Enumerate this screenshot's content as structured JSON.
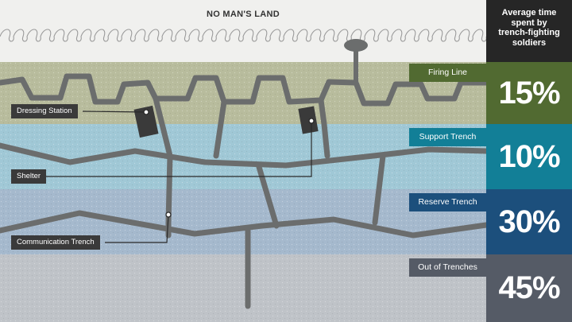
{
  "title": "NO MAN'S LAND",
  "panel": {
    "heading": "Average time spent by trench-fighting soldiers"
  },
  "zones": [
    {
      "label": "Firing Line",
      "value": "15%",
      "color": "#516a31"
    },
    {
      "label": "Support Trench",
      "value": "10%",
      "color": "#127f97"
    },
    {
      "label": "Reserve Trench",
      "value": "30%",
      "color": "#1c4f7c"
    },
    {
      "label": "Out of Trenches",
      "value": "45%",
      "color": "#555b66"
    }
  ],
  "callouts": {
    "dressing_station": "Dressing Station",
    "shelter": "Shelter",
    "communication_trench": "Communication Trench"
  },
  "colors": {
    "no_mans_land_bg": "#f0f0ee",
    "firing_band": "#b8bc9d",
    "support_band": "#a0c8d6",
    "reserve_band": "#a5b9cd",
    "out_band": "#bfc3c8",
    "trench_line": "#6b6d6d",
    "label_bg": "#3a3a3a",
    "panel_head_bg": "#262626"
  }
}
